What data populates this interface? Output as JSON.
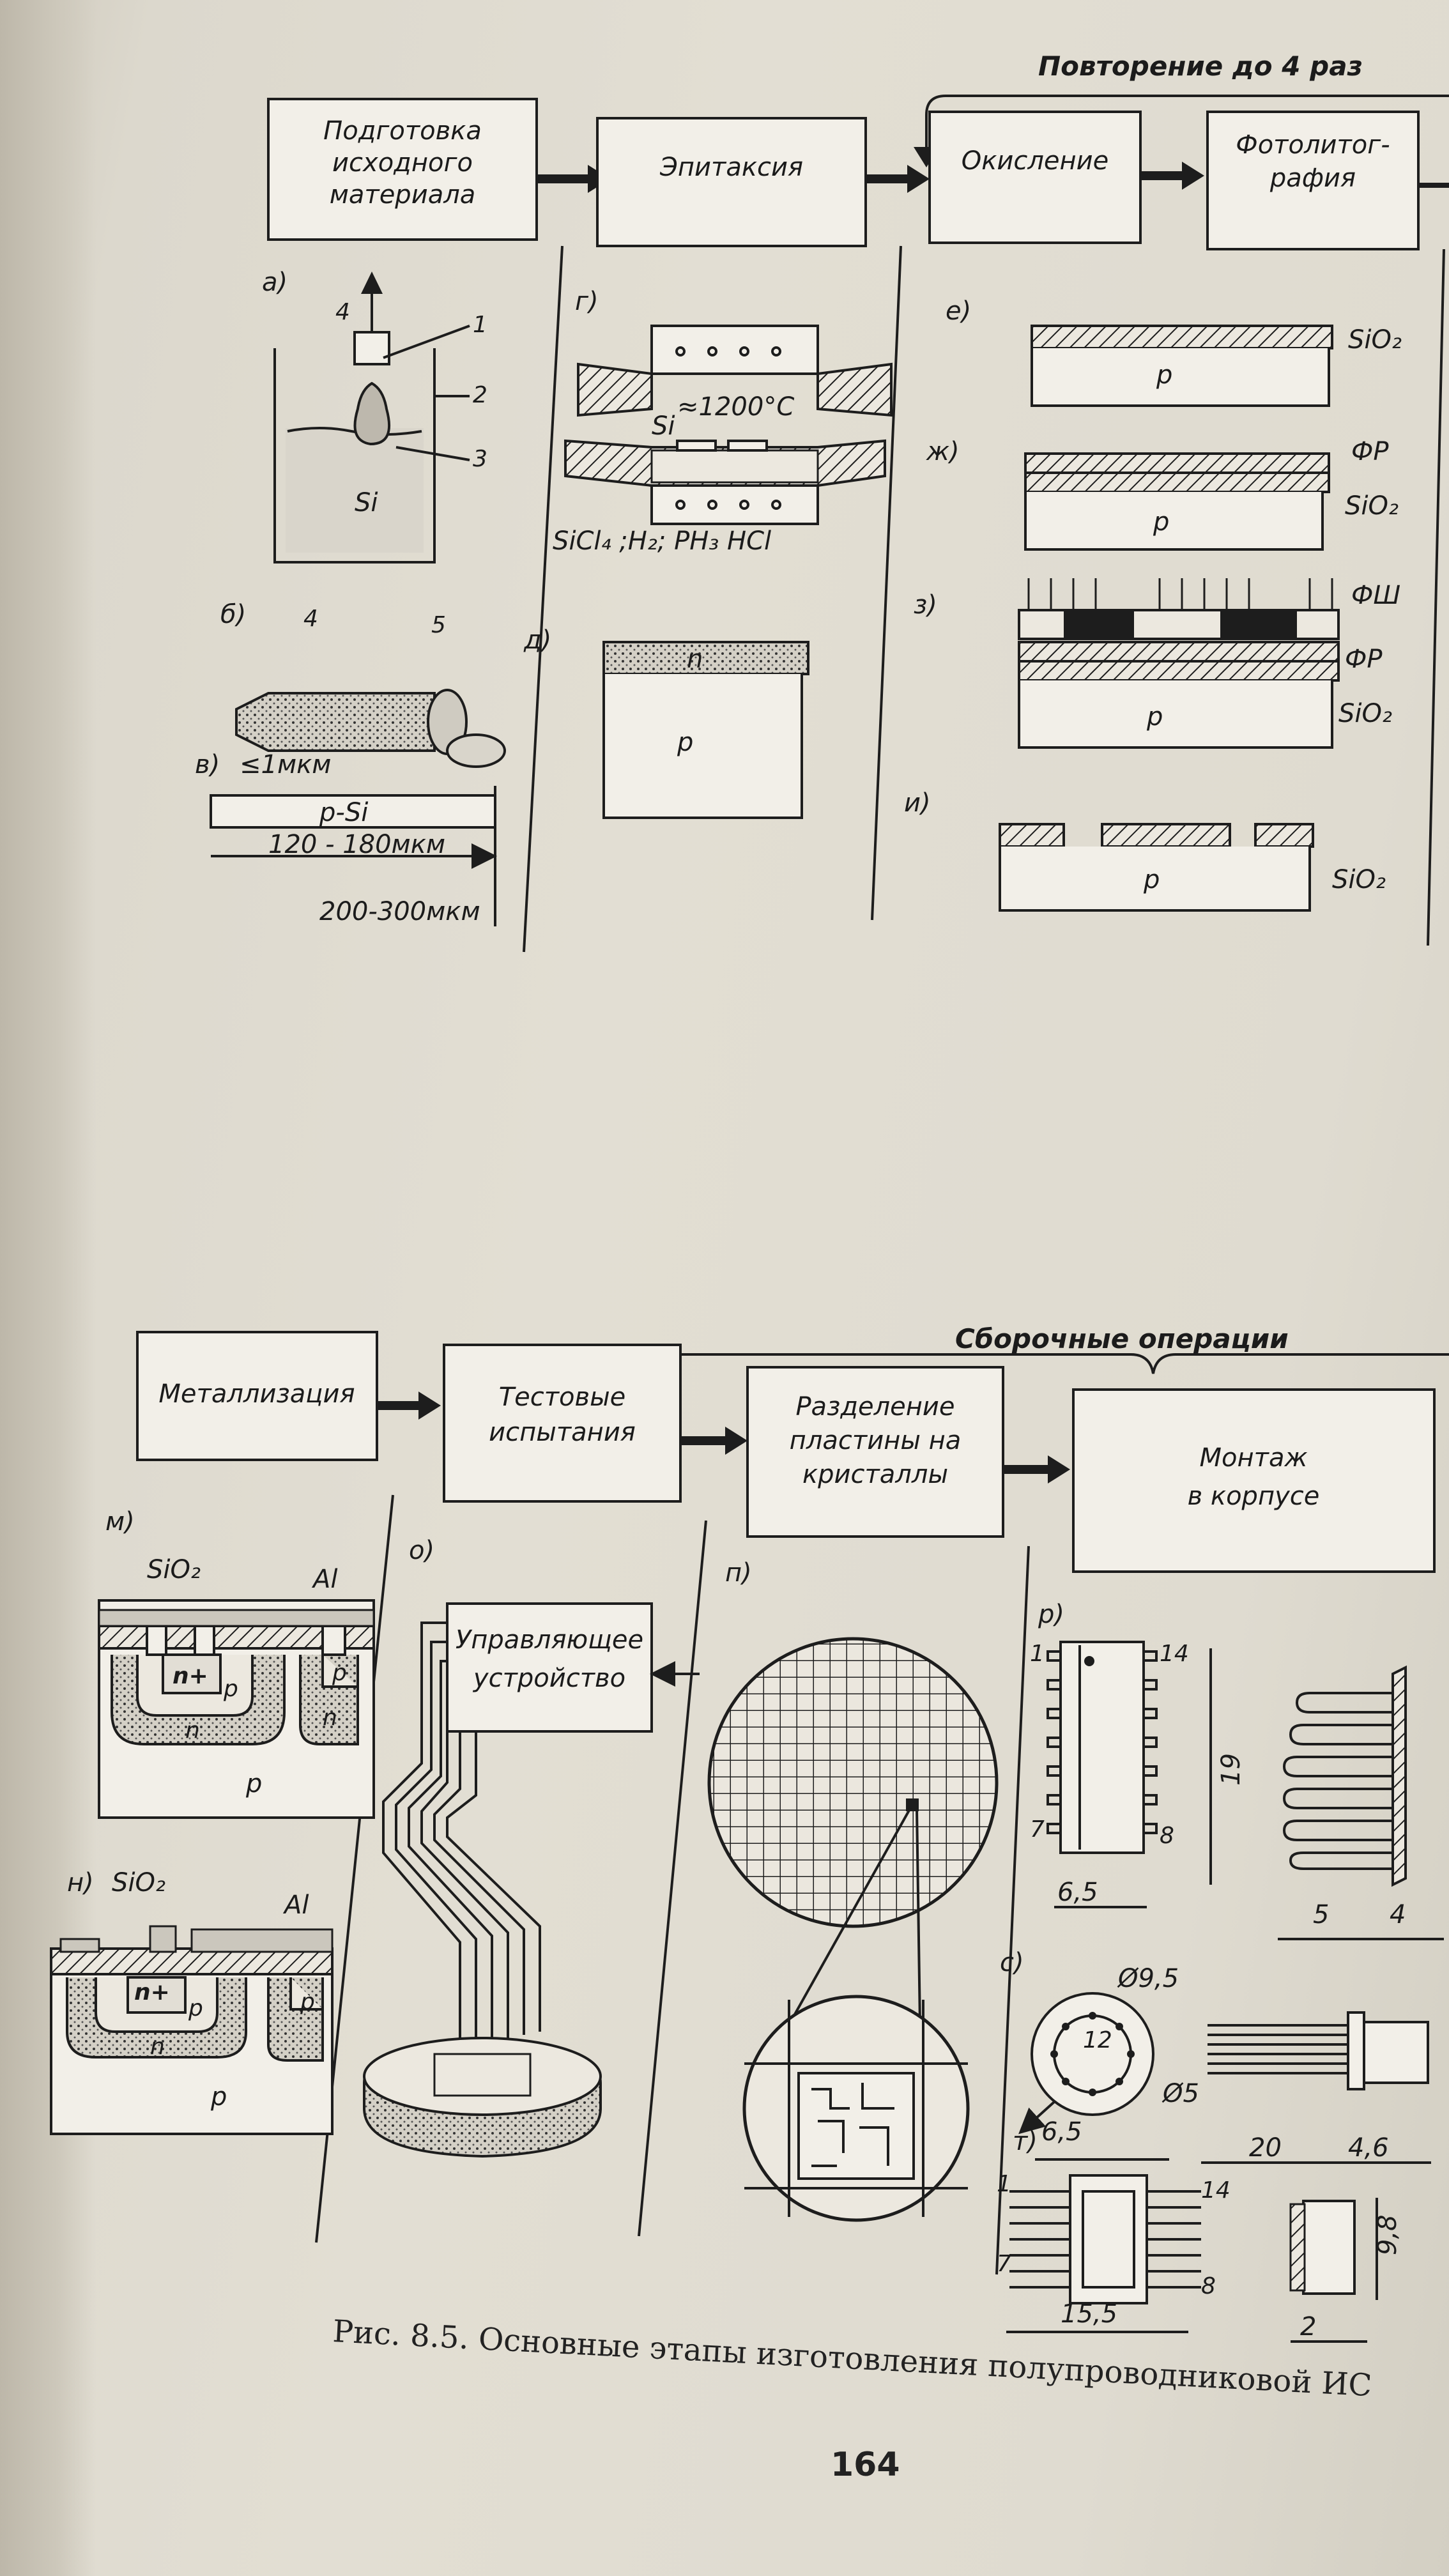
{
  "top_bracket_label": "Повторение до 4 раз",
  "bottom_bracket_label": "Сборочные операции",
  "process_boxes_top": [
    {
      "line1": "Подготовка",
      "line2": "исходного",
      "line3": "материала"
    },
    {
      "line1": "Эпитаксия",
      "line2": "",
      "line3": ""
    },
    {
      "line1": "Окисление",
      "line2": "",
      "line3": ""
    },
    {
      "line1": "Фотолитог-",
      "line2": "рафия",
      "line3": ""
    }
  ],
  "process_boxes_bottom": [
    {
      "line1": "Металлизация",
      "line2": "",
      "line3": ""
    },
    {
      "line1": "Тестовые",
      "line2": "испытания",
      "line3": ""
    },
    {
      "line1": "Разделение",
      "line2": "пластины на",
      "line3": "кристаллы"
    },
    {
      "line1": "Монтаж",
      "line2": "в корпусе",
      "line3": ""
    }
  ],
  "panel_labels": {
    "a": "а)",
    "b": "б)",
    "v": "в)",
    "g": "г)",
    "d": "д)",
    "e": "е)",
    "zh": "ж)",
    "z": "з)",
    "i": "и)",
    "m": "м)",
    "n": "н)",
    "o": "о)",
    "p": "п)",
    "r": "р)",
    "s": "с)",
    "t": "т)"
  },
  "panel_a": {
    "n1": "1",
    "n2": "2",
    "n3": "3",
    "n4": "4",
    "si": "Si"
  },
  "panel_b": {
    "n4": "4",
    "n5": "5"
  },
  "panel_v": {
    "thickness": "≤1мкм",
    "layer": "p-Si",
    "width": "120 - 180мкм",
    "total": "200-300мкм"
  },
  "panel_g": {
    "temp": "≈1200°C",
    "si": "Si",
    "gases": "SiCl₄ ;H₂; PH₃  HCl"
  },
  "panel_d": {
    "n": "n",
    "p": "p"
  },
  "panel_e": {
    "sio2": "SiO₂",
    "p": "p"
  },
  "panel_zh": {
    "fr": "ФР",
    "sio2": "SiO₂",
    "p": "p"
  },
  "panel_z": {
    "fsh": "ФШ",
    "fr": "ФР",
    "sio2": "SiO₂",
    "p": "p"
  },
  "panel_i": {
    "sio2": "SiO₂",
    "p": "p"
  },
  "panel_m": {
    "sio2": "SiO₂",
    "al": "Al",
    "nplus": "n+",
    "p1": "p",
    "p2": "p",
    "n1": "n",
    "n2": "n",
    "sub": "p"
  },
  "panel_n": {
    "sio2": "SiO₂",
    "al": "Al",
    "nplus": "n+",
    "p1": "p",
    "p2": "p",
    "n1": "n",
    "sub": "p"
  },
  "panel_o": {
    "ctrl_line1": "Управляющее",
    "ctrl_line2": "устройство"
  },
  "panel_r": {
    "pin1": "1",
    "pin7": "7",
    "pin8": "8",
    "pin14": "14",
    "length": "19",
    "width": "6,5",
    "lead": "5",
    "height": "4"
  },
  "panel_s": {
    "d1": "Ø9,5",
    "d2": "Ø5",
    "pin": "12",
    "length": "20",
    "height": "4,6"
  },
  "panel_t": {
    "width": "6,5",
    "pin1": "1",
    "pin7": "7",
    "pin8": "8",
    "pin14": "14",
    "length": "15,5",
    "height": "9,8",
    "depth": "2"
  },
  "caption": "Рис. 8.5. Основные этапы изготовления полупроводниковой ИС",
  "page_number": "164"
}
